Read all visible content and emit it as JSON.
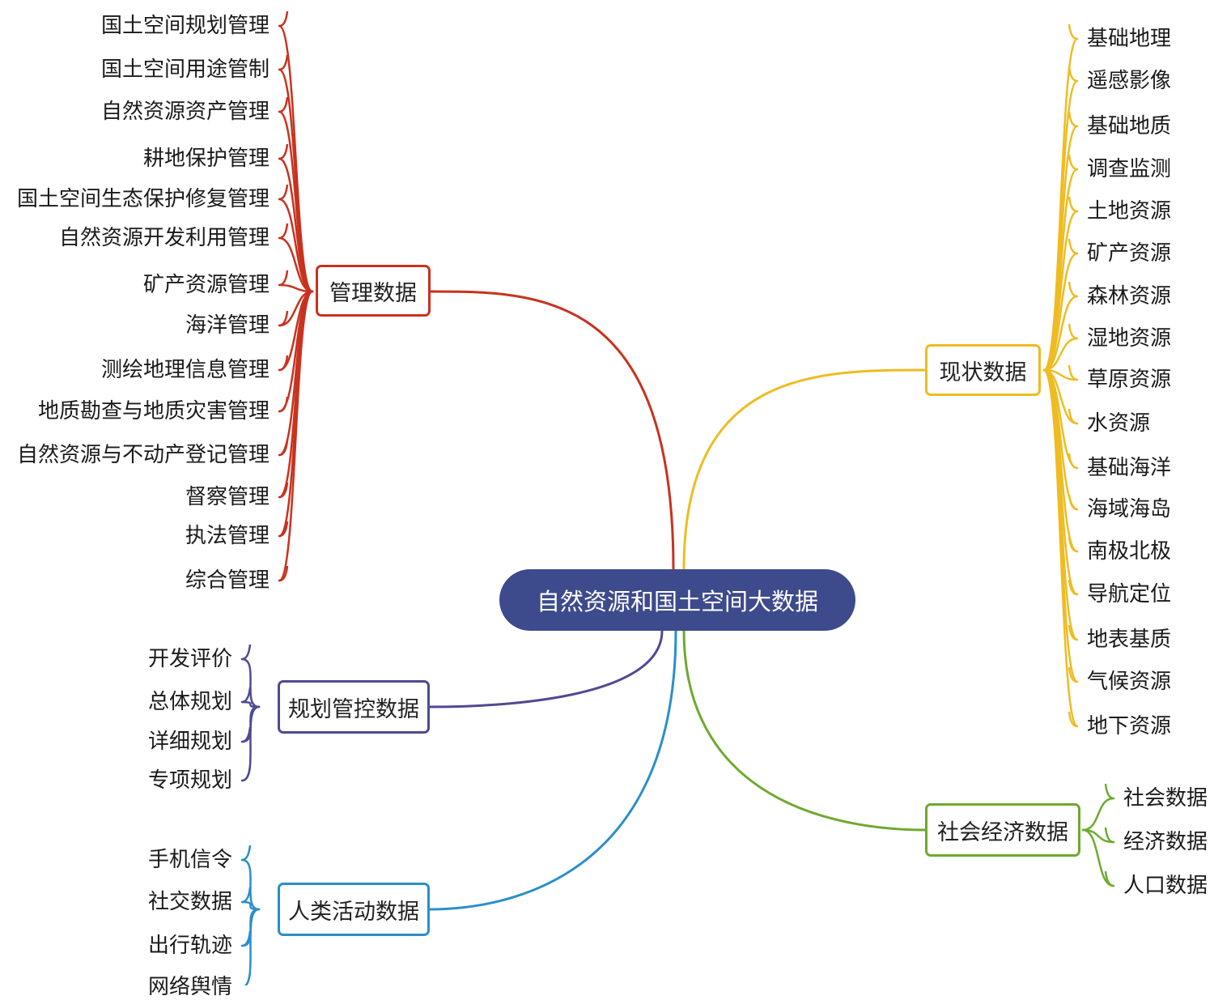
{
  "center": {
    "label": "自然资源和国土空间大数据",
    "color": "#3d4b8c"
  },
  "branches": {
    "management": {
      "label": "管理数据",
      "color": "#c8321e",
      "items": [
        "国土空间规划管理",
        "国土空间用途管制",
        "自然资源资产管理",
        "耕地保护管理",
        "国土空间生态保护修复管理",
        "自然资源开发利用管理",
        "矿产资源管理",
        "海洋管理",
        "测绘地理信息管理",
        "地质勘查与地质灾害管理",
        "自然资源与不动产登记管理",
        "督察管理",
        "执法管理",
        "综合管理"
      ]
    },
    "status": {
      "label": "现状数据",
      "color": "#eebc22",
      "items": [
        "基础地理",
        "遥感影像",
        "基础地质",
        "调查监测",
        "土地资源",
        "矿产资源",
        "森林资源",
        "湿地资源",
        "草原资源",
        "水资源",
        "基础海洋",
        "海域海岛",
        "南极北极",
        "导航定位",
        "地表基质",
        "气候资源",
        "地下资源"
      ]
    },
    "planning": {
      "label": "规划管控数据",
      "color": "#4f4a92",
      "items": [
        "开发评价",
        "总体规划",
        "详细规划",
        "专项规划"
      ]
    },
    "human": {
      "label": "人类活动数据",
      "color": "#2a8fc8",
      "items": [
        "手机信令",
        "社交数据",
        "出行轨迹",
        "网络舆情"
      ]
    },
    "socioeconomic": {
      "label": "社会经济数据",
      "color": "#6ea92e",
      "items": [
        "社会数据",
        "经济数据",
        "人口数据"
      ]
    }
  }
}
